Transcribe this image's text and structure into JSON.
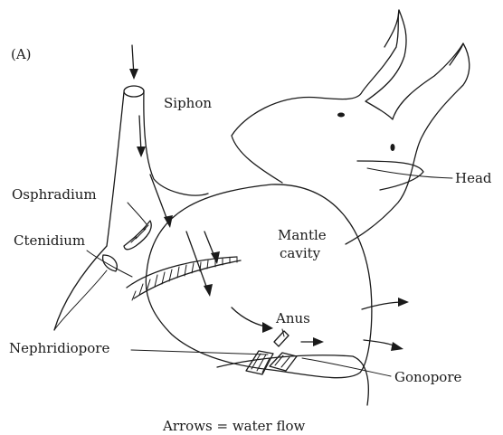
{
  "panel_label": "(A)",
  "labels": {
    "siphon": "Siphon",
    "osphradium": "Osphradium",
    "ctenidium": "Ctenidium",
    "mantle_cavity_line1": "Mantle",
    "mantle_cavity_line2": "cavity",
    "head": "Head",
    "anus": "Anus",
    "nephridiopore": "Nephridiopore",
    "gonopore": "Gonopore"
  },
  "caption": "Arrows = water flow",
  "colors": {
    "ink": "#1a1a1a",
    "background": "#ffffff"
  }
}
